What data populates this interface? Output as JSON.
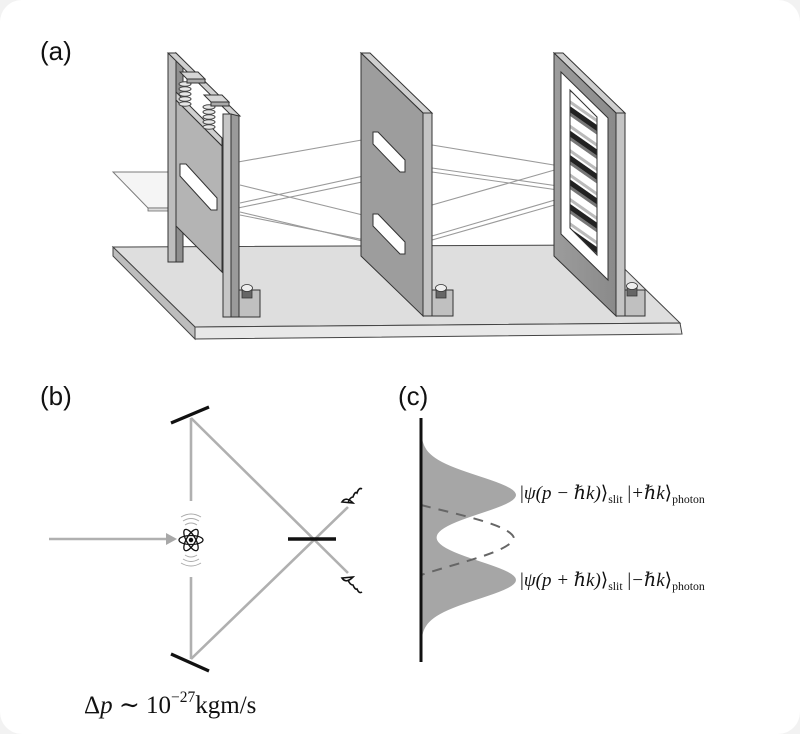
{
  "figure": {
    "panels": [
      {
        "id": "a",
        "label": "(a)",
        "description": "Einstein recoiling-slit double-slit apparatus: spring-mounted movable single slit, fixed double slit, screen with interference fringes, all on a base plate"
      },
      {
        "id": "b",
        "label": "(b)",
        "description": "Atom in interferometer: incoming beam hits atom, photons go to two mirrors, recombine at beam splitter, two detectors"
      },
      {
        "id": "c",
        "label": "(c)",
        "description": "Momentum distribution of the slit: two Gaussian peaks with dashed interference envelope"
      }
    ],
    "panel_b": {
      "momentum_formula": {
        "prefix": "Δ",
        "var": "p",
        "relation": " ∼ 10",
        "exponent": "−27",
        "units": "kgm/s"
      },
      "icons": [
        "atom-icon",
        "mirror-top",
        "mirror-bottom",
        "beam-splitter",
        "detector-top",
        "detector-bottom"
      ]
    },
    "panel_c": {
      "state_upper": {
        "open": "|",
        "psi": "ψ",
        "arg": "(p − ℏk)",
        "close": "⟩",
        "sub1": "slit",
        "ket_open": " |",
        "ket_val": "+ℏk",
        "ket_close": "⟩",
        "sub2": "photon"
      },
      "state_lower": {
        "open": "|",
        "psi": "ψ",
        "arg": "(p + ℏk)",
        "close": "⟩",
        "sub1": "slit",
        "ket_open": " |",
        "ket_val": "−ℏk",
        "ket_close": "⟩",
        "sub2": "photon"
      }
    },
    "colors": {
      "plate_face": "#9a9a9a",
      "plate_edge": "#c8c8c8",
      "base_top": "#dcdcdc",
      "beam": "#b0b0b0",
      "gaussian_fill": "#a6a6a6",
      "ink": "#111111"
    }
  }
}
